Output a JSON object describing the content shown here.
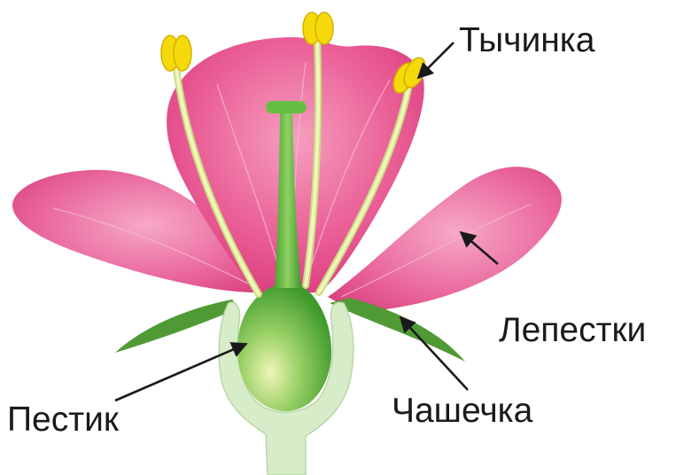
{
  "labels": {
    "stamen": "Тычинка",
    "petals": "Лепестки",
    "pistil": "Пестик",
    "calyx": "Чашечка"
  },
  "colors": {
    "petal": "#e8558f",
    "petal_light": "#f6a5c4",
    "pistil_green": "#5cb83a",
    "sepal_green": "#4f9a35",
    "receptacle": "#d7ecc9",
    "anther_yellow": "#f5d90a",
    "filament": "#e9f0a8",
    "arrow": "#1a1a1a"
  }
}
